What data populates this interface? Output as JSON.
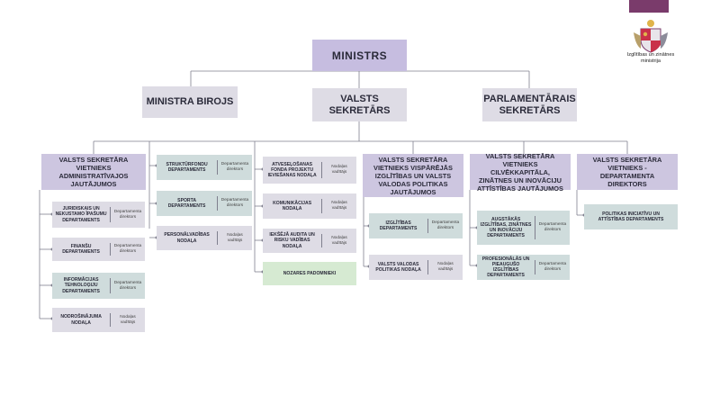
{
  "header": {
    "top_bar_color": "#7a3b6b",
    "logo_icon": "coat-of-arms-icon",
    "logo_text": "Izglītības un zinātnes ministrija"
  },
  "org": {
    "ministrs": "MINISTRS",
    "ministra_birojs": "MINISTRA BIROJS",
    "valsts_sekretars": "VALSTS SEKRETĀRS",
    "parlamentarais": "PARLAMENTĀRAIS SEKRETĀRS",
    "deputy_admin": {
      "title": "VALSTS SEKRETĀRA VIETNIEKS ADMINISTRATĪVAJOS JAUTĀJUMOS",
      "items": [
        {
          "label": "JURIDISKAIS UN NEKUSTAMO ĪPAŠUMU DEPARTAMENTS",
          "sub": "Departamenta direktors"
        },
        {
          "label": "FINANŠU DEPARTAMENTS",
          "sub": "Departamenta direktors"
        },
        {
          "label": "INFORMĀCIJAS TEHNOLOĢIJU DEPARTAMENTS",
          "sub": "Departamenta direktors"
        },
        {
          "label": "NODROŠINĀJUMA NODAĻA",
          "sub": "Nodaļas vadītājs"
        }
      ]
    },
    "secretary_direct_a": [
      {
        "label": "STRUKTŪRFONDU DEPARTAMENTS",
        "sub": "Departamenta direktors"
      },
      {
        "label": "SPORTA DEPARTAMENTS",
        "sub": "Departamenta direktors"
      },
      {
        "label": "PERSONĀLVADĪBAS NODAĻA",
        "sub": "Nodaļas vadītājs"
      }
    ],
    "secretary_direct_b": [
      {
        "label": "ATVESEĻOŠANAS FONDA PROJEKTU IEVIEŠANAS NODAĻA",
        "sub": "Nodaļas vadītājs"
      },
      {
        "label": "KOMUNIKĀCIJAS NODAĻA",
        "sub": "Nodaļas vadītājs"
      },
      {
        "label": "IEKŠĒJĀ AUDITA UN RISKU VADĪBAS NODAĻA",
        "sub": "Nodaļas vadītājs"
      },
      {
        "label": "NOZARES PADOMNIEKI",
        "sub": ""
      }
    ],
    "deputy_general": {
      "title": "VALSTS SEKRETĀRA VIETNIEKS VISPĀRĒJĀS IZGLĪTĪBAS UN VALSTS VALODAS POLITIKAS JAUTĀJUMOS",
      "items": [
        {
          "label": "IZGLĪTĪBAS DEPARTAMENTS",
          "sub": "Departamenta direktors"
        },
        {
          "label": "VALSTS VALODAS POLITIKAS NODAĻA",
          "sub": "Nodaļas vadītājs"
        }
      ]
    },
    "deputy_human": {
      "title": "VALSTS SEKRETĀRA VIETNIEKS CILVĒKKAPITĀLA, ZINĀTNES UN INOVĀCIJU ATTĪSTĪBAS JAUTĀJUMOS",
      "items": [
        {
          "label": "AUGSTĀKĀS IZGLĪTĪBAS, ZINĀTNES UN INOVĀCIJU DEPARTAMENTS",
          "sub": "Departamenta direktors"
        },
        {
          "label": "PROFESIONĀLĀS UN PIEAUGUŠO IZGLĪTĪBAS DEPARTAMENTS",
          "sub": "Departamenta direktors"
        }
      ]
    },
    "deputy_director": {
      "title": "VALSTS SEKRETĀRA VIETNIEKS - DEPARTAMENTA DIREKTORS",
      "items": [
        {
          "label": "POLITIKAS INICIATĪVU UN ATTĪSTĪBAS DEPARTAMENTS",
          "sub": ""
        }
      ]
    }
  }
}
